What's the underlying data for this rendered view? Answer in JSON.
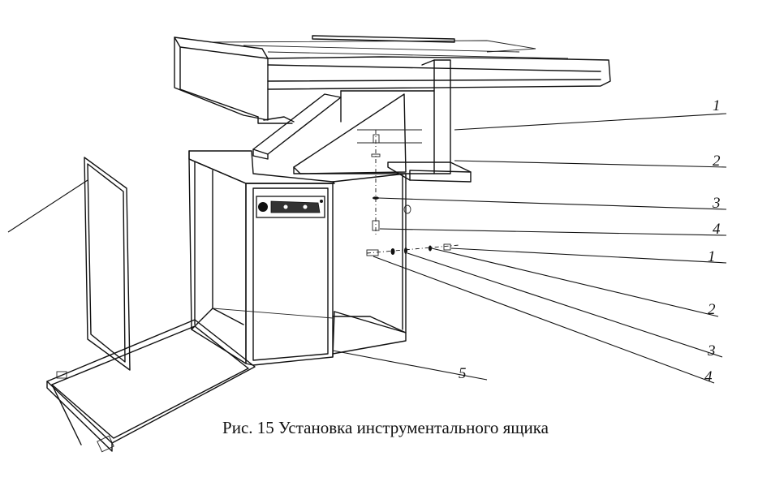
{
  "figure": {
    "caption": "Рис. 15 Установка инструментального ящика"
  },
  "callouts": [
    {
      "id": "c1",
      "text": "1"
    },
    {
      "id": "c2",
      "text": "2"
    },
    {
      "id": "c3",
      "text": "3"
    },
    {
      "id": "c4",
      "text": "4"
    },
    {
      "id": "c5",
      "text": "1"
    },
    {
      "id": "c6",
      "text": "2"
    },
    {
      "id": "c7",
      "text": "3"
    },
    {
      "id": "c8",
      "text": "4"
    },
    {
      "id": "c9",
      "text": "5"
    }
  ]
}
